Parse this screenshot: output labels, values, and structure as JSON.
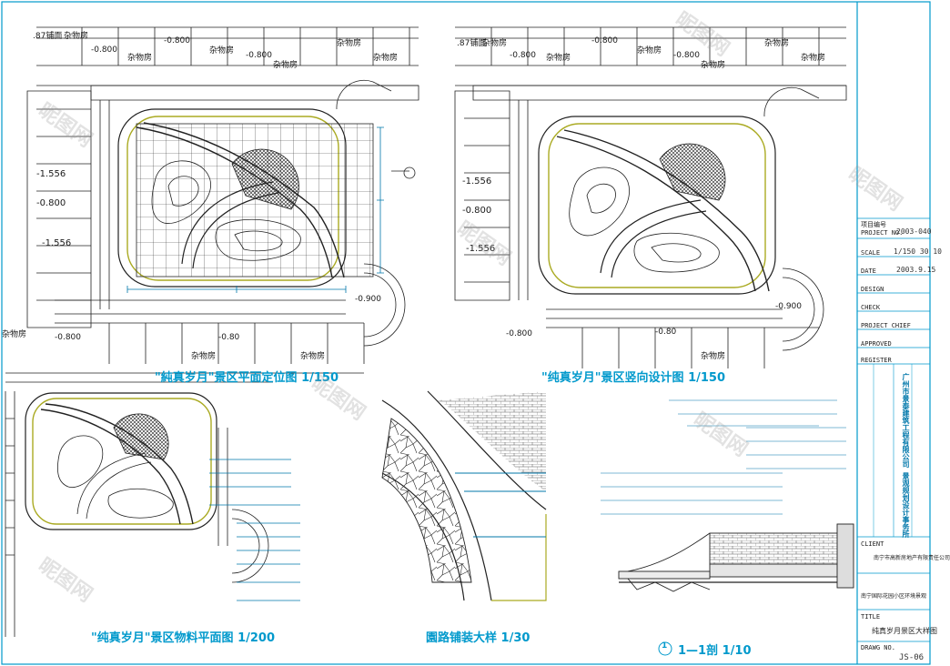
{
  "plan_titles": {
    "layout_plan": "\"純真岁月\"景区平面定位图 1/150",
    "vertical_design": "\"纯真岁月\"景区竖向设计图 1/150",
    "material_plan": "\"纯真岁月\"景区物料平面图 1/200",
    "paving_detail": "園路铺装大样 1/30",
    "section": "1—1剖 1/10",
    "section_marker": "1"
  },
  "room_labels": [
    "杂物房",
    "杂物房",
    "杂物房",
    "杂物房",
    "杂物房",
    "杂物房",
    "杂物房",
    "杂物房",
    "杂物房",
    "杂物房",
    "杂物房",
    "杂物房",
    "杂物房",
    "杂物房",
    "杂物房",
    "杂物房"
  ],
  "elevations": [
    "-0.800",
    "-0.800",
    "-0.800",
    "-0.800",
    "-0.800",
    "-0.800",
    "-1.556",
    "-0.800",
    "-1.556",
    "-1.556",
    "-0.800",
    "-1.556",
    "-0.900",
    "-0.900",
    "-0.80",
    "-0.80",
    "-0.800",
    "-0.800"
  ],
  "shop_labels": [
    ".87铺面",
    ".87铺面"
  ],
  "title_block": {
    "project_no_label": "项目编号",
    "project_no_label_en": "PROJECT NO.",
    "project_no": "2003-040",
    "scale_label": "SCALE",
    "scale": "1/150 30 10",
    "date_label": "DATE",
    "date": "2003.9.15",
    "design_label": "DESIGN",
    "check_label": "CHECK",
    "project_chief_label": "PROJECT CHIEF",
    "approved_label": "APPROVED",
    "reg_label": "REGISTER",
    "company": "广州市景泰建筑工程有限公司 景观规划设计事务所",
    "client_label": "CLIENT",
    "client": "南宁市高新房地产有限责任公司",
    "title_label": "TITLE",
    "project_name": "南宁国际花园小区环境景观",
    "drawing_title": "纯真岁月景区大样图",
    "drawing_no_label": "DRAWG NO.",
    "drawing_no": "JS-06"
  },
  "watermark": "昵图网"
}
